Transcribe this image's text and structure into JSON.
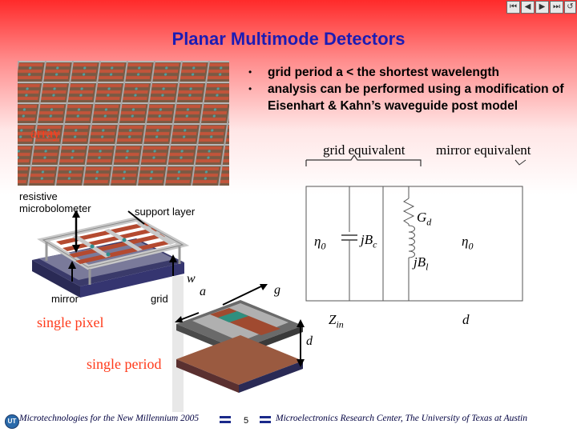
{
  "title": "Planar Multimode Detectors",
  "bullets": [
    "grid period a < the shortest wavelength",
    "analysis can be performed using a modification of Eisenhart & Kahn’s waveguide post model"
  ],
  "labels": {
    "array": "array",
    "resistive_microbolometer": "resistive microbolometer",
    "support_layer": "support layer",
    "mirror": "mirror",
    "grid": "grid",
    "single_pixel": "single pixel",
    "single_period": "single period",
    "w": "w",
    "a": "a",
    "g": "g",
    "d_model": "d",
    "grid_equivalent": "grid equivalent",
    "mirror_equivalent": "mirror equivalent",
    "Gd": "G",
    "Gd_sub": "d",
    "eta0_left": "η",
    "eta0_right": "η",
    "eta_sub": "0",
    "jBc": "jB",
    "jBc_sub": "c",
    "jBl": "jB",
    "jBl_sub": "l",
    "Zin": "Z",
    "Zin_sub": "in",
    "d_circuit": "d"
  },
  "footer": {
    "left": "Microtechnologies for the New Millennium 2005",
    "page": "5",
    "right": "Microelectronics Research Center, The University of Texas at Austin"
  },
  "icons": [
    "ut-logo-icon",
    "nav-first-icon",
    "nav-prev-icon",
    "nav-next-icon",
    "nav-last-icon",
    "nav-return-icon"
  ],
  "colors": {
    "title": "#1c1cb4",
    "accent_red": "#ff3a1a",
    "banner_top": "#ff2a2a"
  }
}
